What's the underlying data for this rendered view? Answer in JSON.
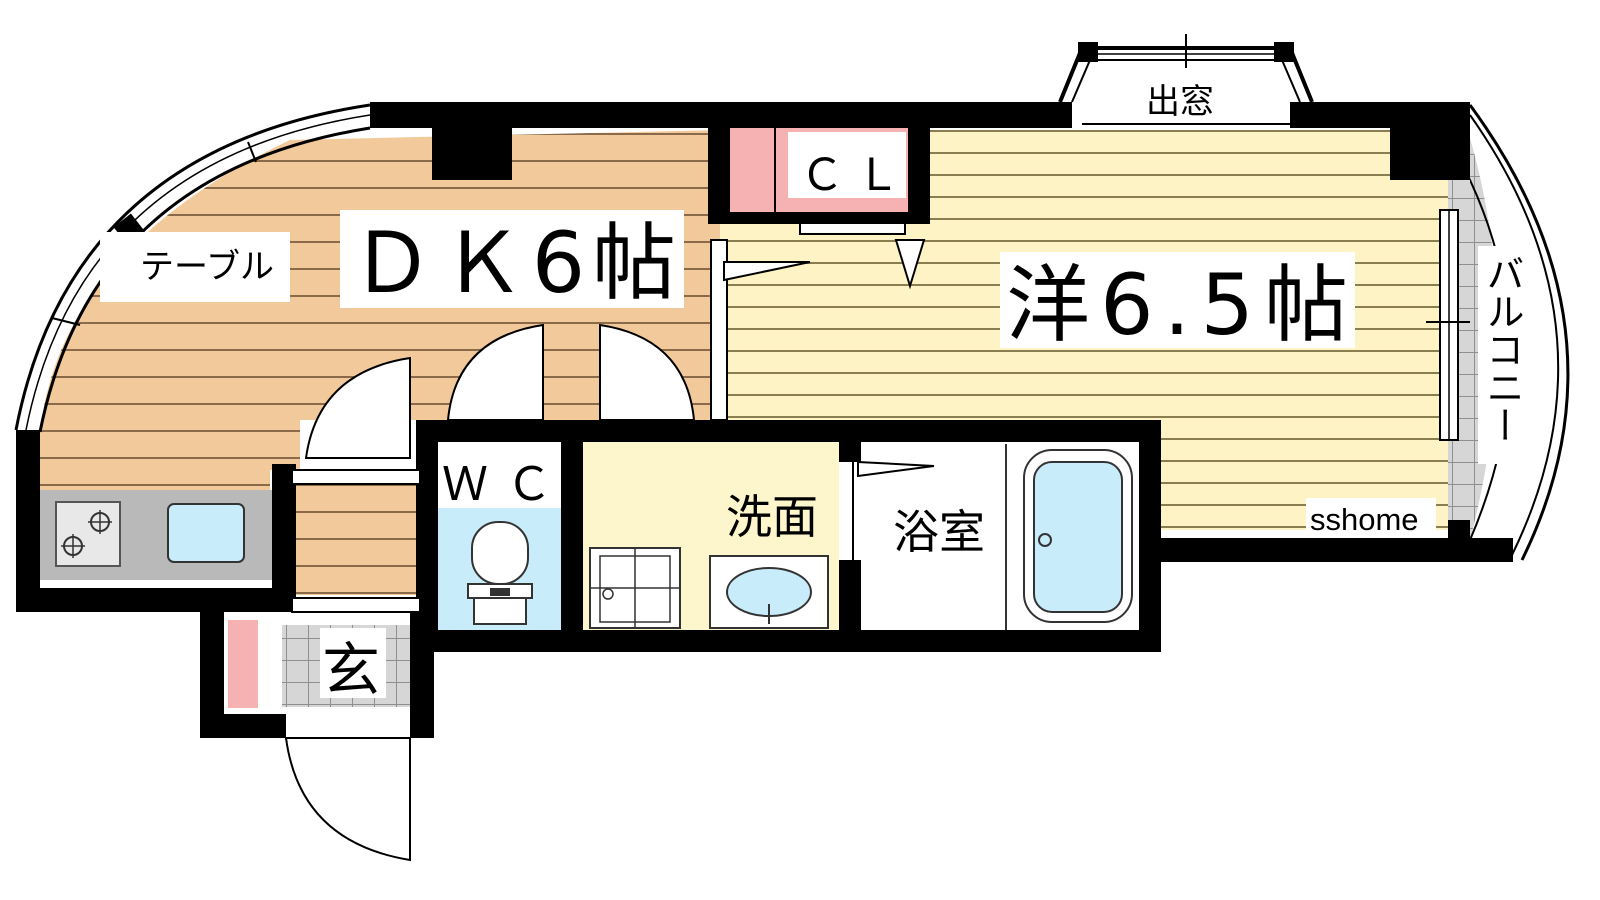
{
  "labels": {
    "dk": "ＤＫ6帖",
    "western_room": "洋6.5帖",
    "closet": "ＣＬ",
    "bay_window": "出窓",
    "table": "テーブル",
    "balcony": "バルコニー",
    "wc": "ＷＣ",
    "washroom": "洗面",
    "bathroom": "浴室",
    "entrance": "玄",
    "watermark": "sshome"
  },
  "colors": {
    "wood_floor": "#f2c99a",
    "wood_line": "#8a6a48",
    "western_floor": "#fdf3c4",
    "western_line": "#8a7e50",
    "wall": "#000000",
    "closet_pink": "#f6b2b2",
    "wc_blue": "#c9ecfb",
    "washroom_yellow": "#fdf6cd",
    "fixture_blue": "#c9ecfb",
    "kitchen_gray": "#b9b9b9",
    "tile_gray": "#d6d6d6"
  }
}
